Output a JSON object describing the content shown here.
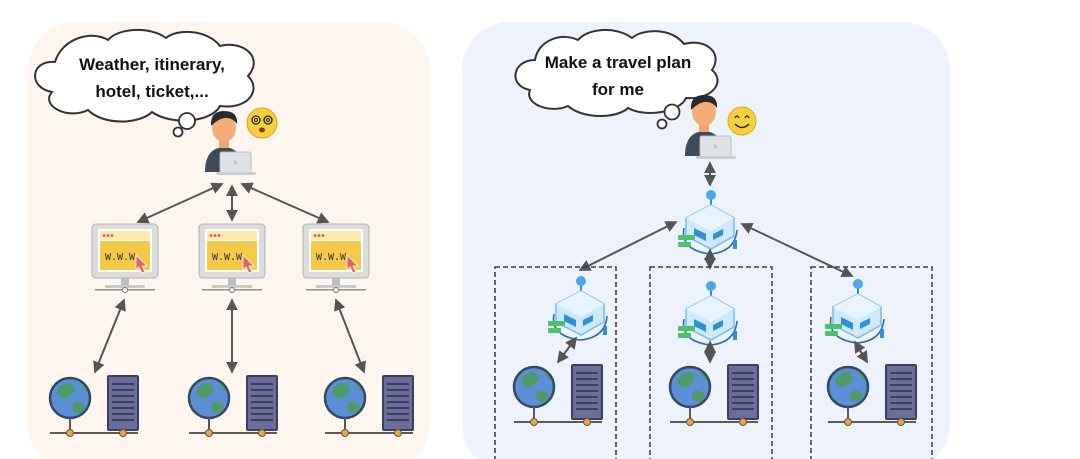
{
  "left_panel": {
    "thought_line1": "Weather, itinerary,",
    "thought_line2": "hotel, ticket,...",
    "browser_label": "W.W.W",
    "user_mood": "dizzy-face-icon"
  },
  "right_panel": {
    "thought_line1": "Make a travel plan",
    "thought_line2": "for me",
    "user_mood": "smiling-face-icon"
  },
  "colors": {
    "left_bg": "#fdf6ef",
    "right_bg": "#eef3fb",
    "arrow": "#555555",
    "browser_yellow": "#f7c948",
    "globe_blue": "#5b8fd6",
    "globe_green": "#4f9a6a",
    "server_purple": "#6a6e98",
    "agent_blue": "#8ccff5",
    "agent_green": "#4cc36b",
    "emoji_yellow": "#f7d13d"
  }
}
